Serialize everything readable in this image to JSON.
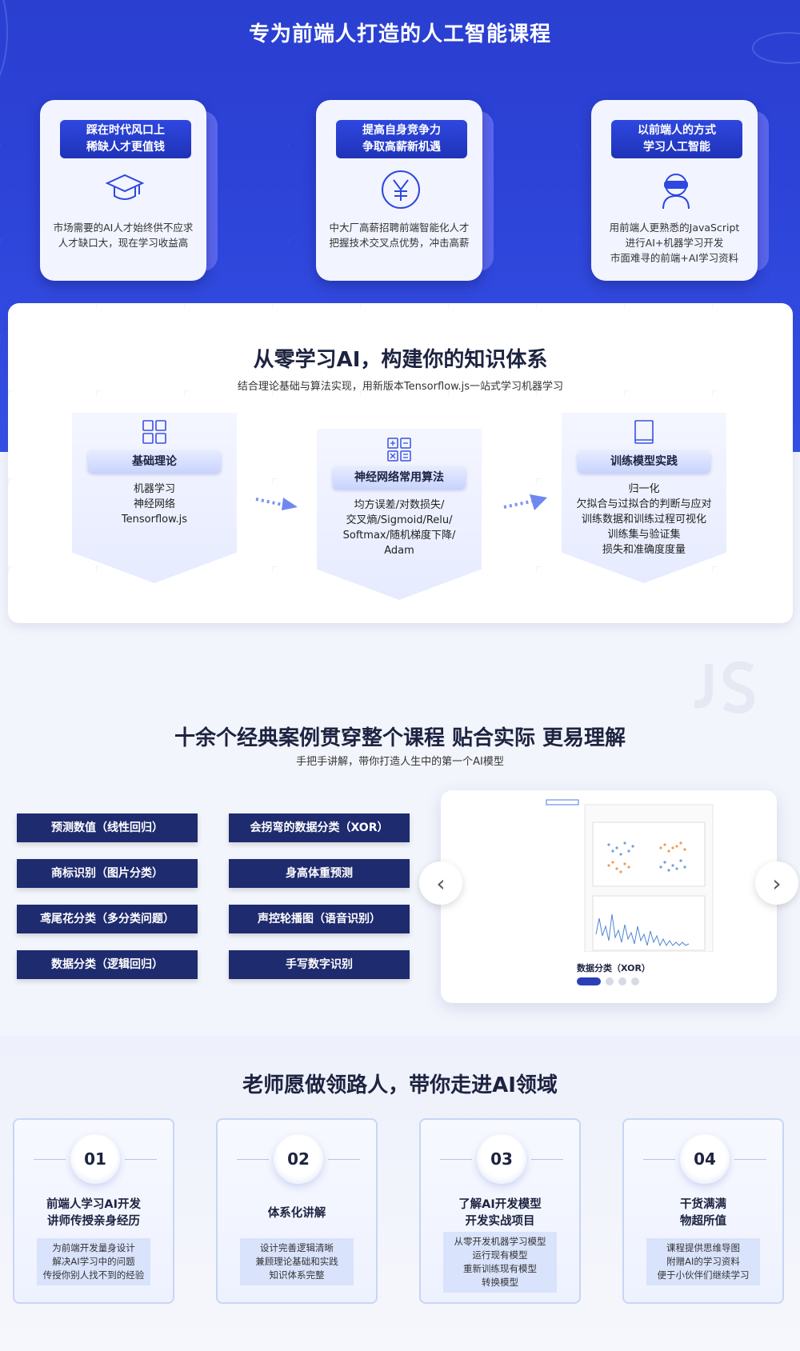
{
  "hero": {
    "title": "专为前端人打造的人工智能课程",
    "cards": [
      {
        "badge_1": "踩在时代风口上",
        "badge_2": "稀缺人才更值钱",
        "icon": "graduation-cap-icon",
        "lines": [
          "市场需要的AI人才始终供不应求",
          "人才缺口大，现在学习收益高"
        ]
      },
      {
        "badge_1": "提高自身竞争力",
        "badge_2": "争取高薪新机遇",
        "icon": "yen-coin-icon",
        "lines": [
          "中大厂高薪招聘前端智能化人才",
          "把握技术交叉点优势，冲击高薪"
        ]
      },
      {
        "badge_1": "以前端人的方式",
        "badge_2": "学习人工智能",
        "icon": "vr-user-icon",
        "lines": [
          "用前端人更熟悉的JavaScript",
          "进行AI+机器学习开发",
          "市面难寻的前端+AI学习资料"
        ]
      }
    ]
  },
  "knowledge": {
    "title": "从零学习AI，构建你的知识体系",
    "subtitle": "结合理论基础与算法实现，用新版本Tensorflow.js一站式学习机器学习",
    "cards": [
      {
        "title": "基础理论",
        "icon": "grid-squares-icon",
        "lines": [
          "机器学习",
          "神经网络",
          "Tensorflow.js"
        ]
      },
      {
        "title": "神经网络常用算法",
        "icon": "calculator-icon",
        "lines": [
          "均方误差/对数损失/",
          "交叉熵/Sigmoid/Relu/",
          "Softmax/随机梯度下降/",
          "Adam"
        ]
      },
      {
        "title": "训练模型实践",
        "icon": "book-icon",
        "lines": [
          "归一化",
          "欠拟合与过拟合的判断与应对",
          "训练数据和训练过程可视化",
          "训练集与验证集",
          "损失和准确度度量"
        ]
      }
    ]
  },
  "cases": {
    "title": "十余个经典案例贯穿整个课程 贴合实际 更易理解",
    "subtitle": "手把手讲解，带你打造人生中的第一个AI模型",
    "left": [
      "预测数值（线性回归）",
      "商标识别（图片分类）",
      "鸢尾花分类（多分类问题）",
      "数据分类（逻辑回归）"
    ],
    "right": [
      "会拐弯的数据分类（XOR）",
      "身高体重预测",
      "声控轮播图（语音识别）",
      "手写数字识别"
    ],
    "slide_caption": "数据分类（XOR）",
    "prev": "‹",
    "next": "›"
  },
  "teacher": {
    "title": "老师愿做领路人，带你走进AI领域",
    "cards": [
      {
        "num": "01",
        "title": [
          "前端人学习AI开发",
          "讲师传授亲身经历"
        ],
        "desc": [
          "为前端开发量身设计",
          "解决AI学习中的问题",
          "传授你别人找不到的经验"
        ]
      },
      {
        "num": "02",
        "title": [
          "体系化讲解"
        ],
        "desc": [
          "设计完善逻辑清晰",
          "兼顾理论基础和实践",
          "知识体系完整"
        ]
      },
      {
        "num": "03",
        "title": [
          "了解AI开发模型",
          "开发实战项目"
        ],
        "desc": [
          "从零开发机器学习模型",
          "运行现有模型",
          "重新训练现有模型",
          "转换模型"
        ]
      },
      {
        "num": "04",
        "title": [
          "干货满满",
          "物超所值"
        ],
        "desc": [
          "课程提供思维导图",
          "附赠AI的学习资料",
          "便于小伙伴们继续学习"
        ]
      }
    ]
  },
  "colors": {
    "hero_blue": "#2d43d8",
    "badge_blue": "#1f33b8",
    "case_navy": "#1e2b6e",
    "active_dot": "#2a3fb8"
  }
}
